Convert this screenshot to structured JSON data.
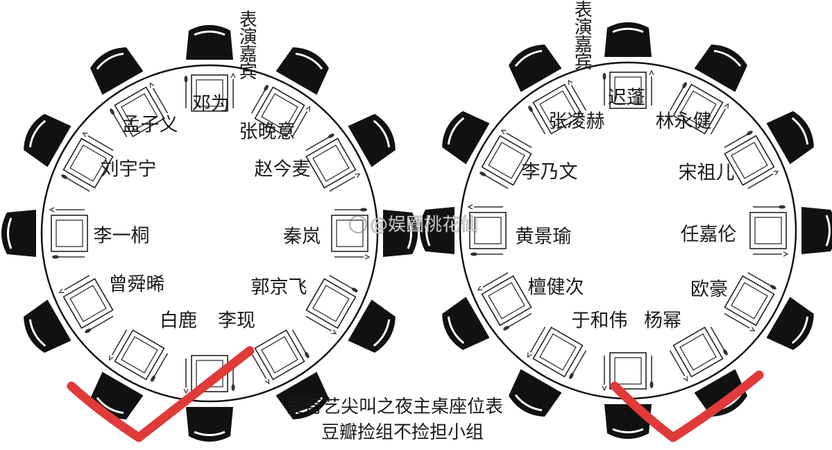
{
  "tables": [
    {
      "guest_label": "表演嘉宾",
      "names": [
        "邓为",
        "张晚意",
        "赵今麦",
        "秦岚",
        "郭京飞",
        "李现",
        "白鹿",
        "曾舜晞",
        "李一桐",
        "刘宇宁",
        "孟子义"
      ]
    },
    {
      "guest_label": "表演嘉宾",
      "names": [
        "迟蓬",
        "林永健",
        "宋祖儿",
        "任嘉伦",
        "欧豪",
        "杨幂",
        "于和伟",
        "檀健次",
        "黄景瑜",
        "李乃文",
        "张凌赫"
      ]
    }
  ],
  "caption": {
    "line1": "爱奇艺尖叫之夜主桌座位表",
    "line2": "豆瓣捡组不捡担小组"
  },
  "watermark": "@娱圈桃花仙",
  "colors": {
    "chair": "#111111",
    "table_outline": "#111111",
    "checkmark": "#e03a3a",
    "text": "#1a1a1a"
  }
}
